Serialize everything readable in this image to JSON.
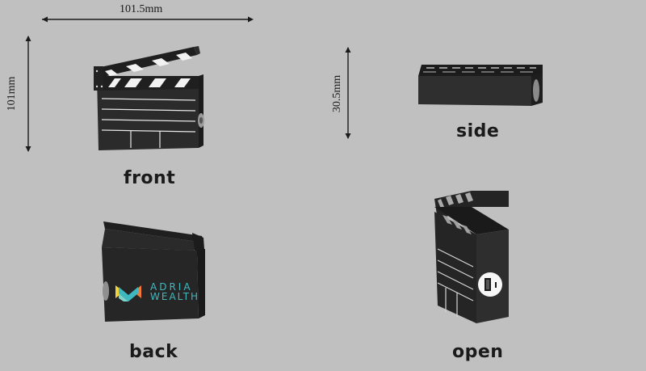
{
  "dimensions": {
    "width": "101.5mm",
    "height": "101mm",
    "depth": "30.5mm"
  },
  "views": [
    {
      "id": "front",
      "label": "front"
    },
    {
      "id": "side",
      "label": "side"
    },
    {
      "id": "back",
      "label": "back"
    },
    {
      "id": "open",
      "label": "open"
    }
  ],
  "brand": {
    "line1": "ADRIA",
    "line2": "WEALTH",
    "text_color": "#3fb9c0",
    "logo_colors": [
      "#f2d43a",
      "#f07a3a",
      "#3fb9c0",
      "#7fd3c9"
    ]
  },
  "colors": {
    "background": "#c0c0c0",
    "body": "#2b2b2b",
    "body_dark": "#1c1c1c",
    "stripe": "#f2f2f2"
  }
}
